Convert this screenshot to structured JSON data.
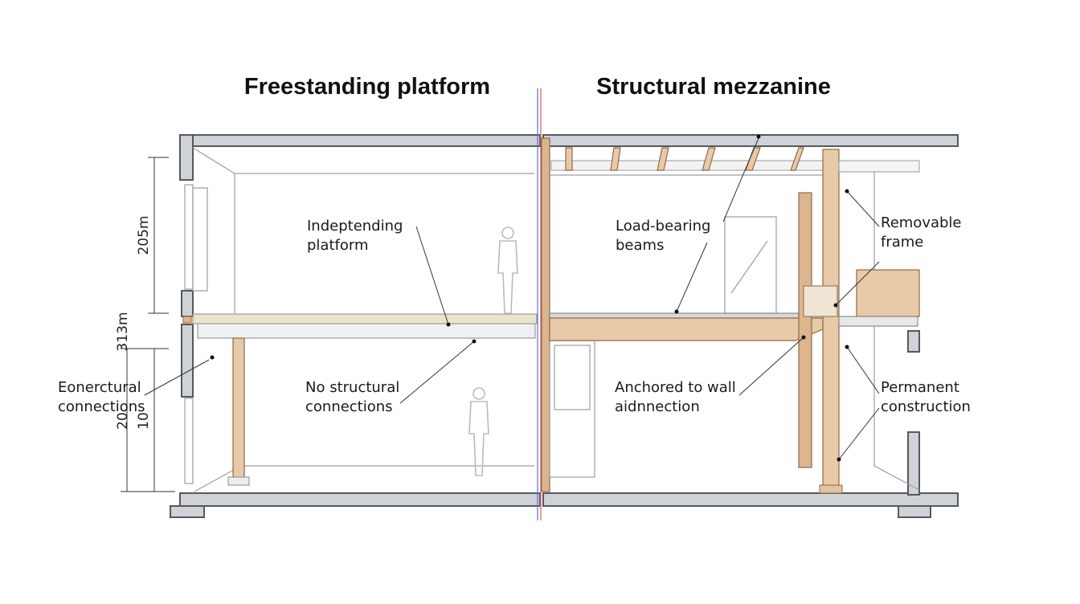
{
  "titles": {
    "left": "Freestanding platform",
    "right": "Structural mezzanine"
  },
  "labels": {
    "independent_platform": [
      "Indeptending",
      "platform"
    ],
    "no_structural": [
      "No structural",
      "connections"
    ],
    "structural_connections": [
      "Eonerctural",
      "connections"
    ],
    "load_bearing": [
      "Load-bearing",
      "beams"
    ],
    "anchored": [
      "Anchored to wall",
      "aidnnection"
    ],
    "removable": [
      "Removable",
      "frame"
    ],
    "permanent": [
      "Permanent",
      "construction"
    ]
  },
  "dimensions": {
    "upper": "205m",
    "middle": "313m",
    "lower_a": "20",
    "lower_b": "10"
  },
  "colors": {
    "wood": "#e8c9a8",
    "wall": "#cfd2d6",
    "divider_red": "#d45a5a",
    "divider_blue": "#5a6fd4"
  }
}
